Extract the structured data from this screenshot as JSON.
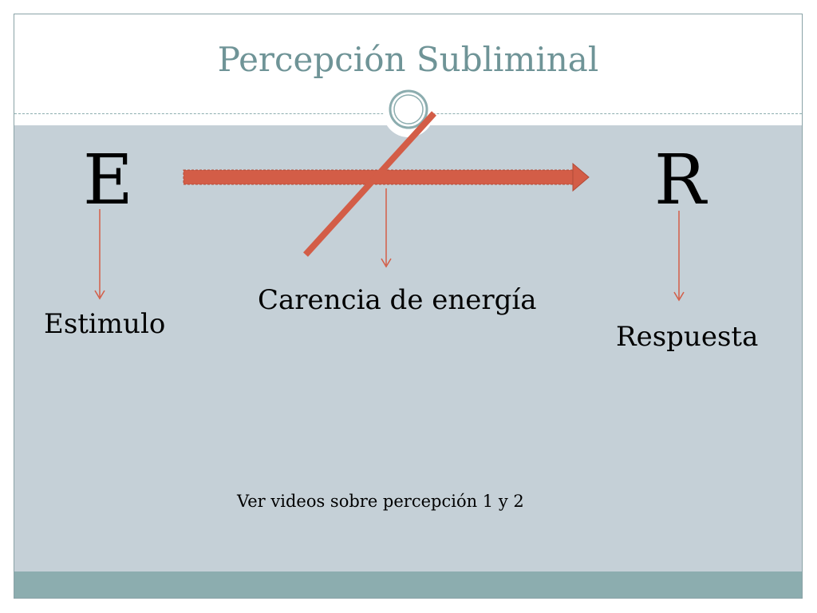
{
  "slide": {
    "title": "Percepción Subliminal"
  },
  "diagram": {
    "stimulus_letter": "E",
    "response_letter": "R",
    "stimulus_label": "Estimulo",
    "energy_label": "Carencia de energía",
    "response_label": "Respuesta",
    "note": "Ver videos sobre percepción 1 y 2"
  },
  "colors": {
    "accent": "#d35d47",
    "title": "#6f9497",
    "panel": "#c5d0d7",
    "footer": "#8cadaf"
  }
}
